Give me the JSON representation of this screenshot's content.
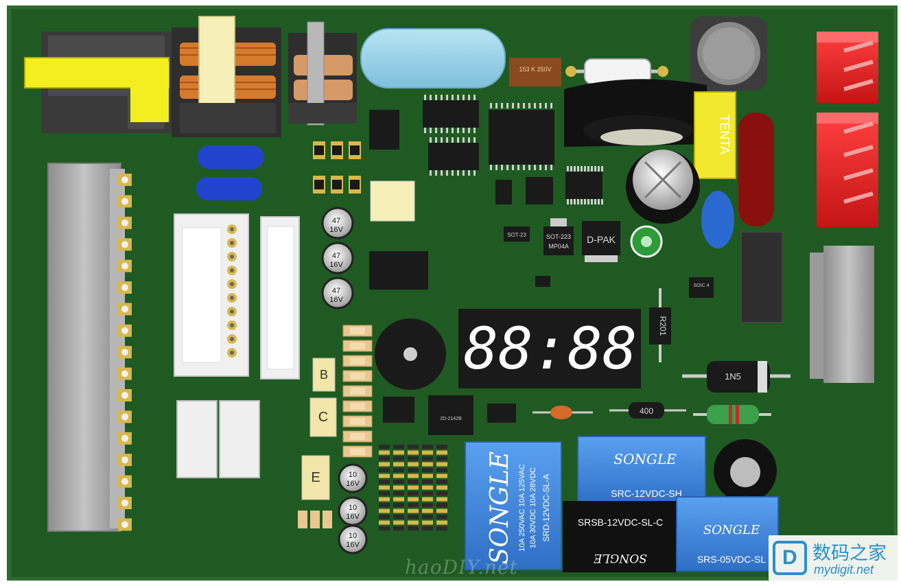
{
  "labels": {
    "cap47a_val": "47",
    "cap47a_v": "16V",
    "cap47b_val": "47",
    "cap47b_v": "16V",
    "cap47c_val": "47",
    "cap47c_v": "16V",
    "cap10a_val": "10",
    "cap10a_v": "16V",
    "cap10b_val": "10",
    "cap10b_v": "16V",
    "cap10c_val": "10",
    "cap10c_v": "16V",
    "tant_b": "B",
    "tant_c": "C",
    "tant_e": "E",
    "sot23": "SOT-23",
    "sot223": "SOT-223",
    "sot223_part": "MP04A",
    "dpak": "D-PAK",
    "resistor_r201": "R201",
    "diode_1n5": "1N5",
    "diode_400": "400",
    "sma_part": "2D-2142B",
    "tenta": "TENTA",
    "cap_brown": "153 K 250V",
    "soic4": "SOIC 4",
    "display_digits": "88:88"
  },
  "relays": {
    "r1_brand": "SONGLE",
    "r1_spec1": "10A 250VAC 10A 125VAC",
    "r1_spec2": "10A  30VDC 10A 28VDC",
    "r1_model": "SRD-12VDC-SL-A",
    "r2_brand": "SONGLE",
    "r2_model": "SRC-12VDC-SH",
    "r3_brand": "SONGLE",
    "r3_model": "SRSB-12VDC-SL-C",
    "r4_brand": "SONGLE",
    "r4_model": "SRS-05VDC-SL"
  },
  "watermark": {
    "text": "haoDIY.net",
    "logo_cn": "数码之家",
    "logo_en": "mydigit.net",
    "logo_mark": "D"
  },
  "colors": {
    "pcb": "#1f5a22",
    "pcb_edge": "#2d6b2e",
    "relay_blue": "#3a82d8",
    "connector_red": "#e82a2a",
    "header_gray": "#a8a8a8",
    "choke_yellow": "#f2ee20",
    "display_red": "#ff2a2a"
  }
}
